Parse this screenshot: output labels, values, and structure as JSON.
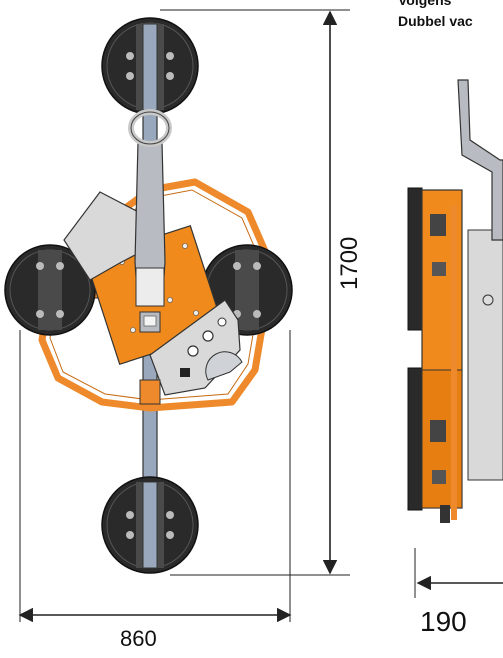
{
  "header": {
    "line1": "Volgens",
    "line2": "Dubbel vac"
  },
  "dimensions": {
    "height": "1700",
    "width": "860",
    "depth": "190"
  },
  "colors": {
    "frame_orange": "#EE8A2B",
    "plate_orange": "#F08A1C",
    "cover_grey": "#D9D9D9",
    "arm_grey": "#B8BCC2",
    "beam_blue": "#9AA8BD",
    "pad_dark": "#2A2A2A",
    "line": "#222222"
  }
}
